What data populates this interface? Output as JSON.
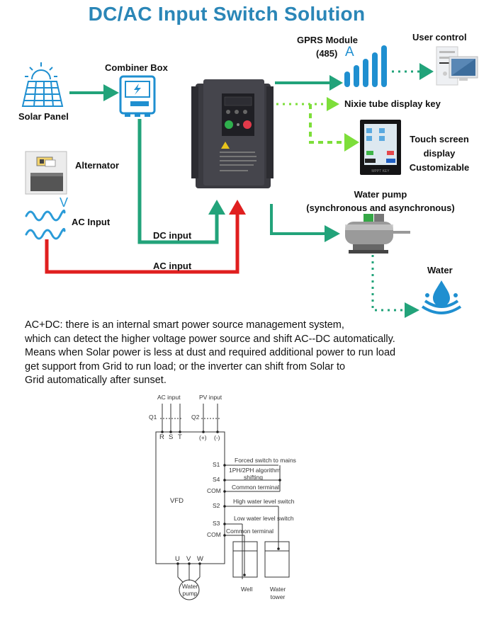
{
  "title": "DC/AC Input Switch Solution",
  "colors": {
    "title": "#2a86b7",
    "dc_line": "#22a37a",
    "ac_line": "#e01f1f",
    "dashed_green": "#7dde3a",
    "icon_blue": "#1f8fd0"
  },
  "top_diagram": {
    "solar_panel": {
      "label": "Solar Panel",
      "icon": "solar-panel-icon"
    },
    "combiner_box": {
      "label": "Combiner Box",
      "icon": "combiner-box-icon"
    },
    "alternator": {
      "label": "Alternator",
      "icon": "alternator-icon"
    },
    "ac_input": {
      "label": "AC Input",
      "icon": "ac-wave-icon",
      "symbol": "V"
    },
    "dc_input_line_label": "DC input",
    "ac_input_line_label": "AC input",
    "inverter": {
      "icon": "inverter-icon"
    },
    "gprs": {
      "label": "GPRS Module",
      "sublabel": "(485)",
      "symbol": "A",
      "icon": "signal-bars-icon"
    },
    "user_control": {
      "label": "User control",
      "icon": "computer-icon"
    },
    "nixie": {
      "label": "Nixie tube display  key"
    },
    "touch_screen": {
      "line1": "Touch screen",
      "line2": "display",
      "line3": "Customizable",
      "icon": "touch-screen-icon",
      "screen_caption": "MPPT KEY"
    },
    "water_pump": {
      "label": "Water pump",
      "sublabel": "(synchronous and asynchronous)",
      "icon": "motor-pump-icon"
    },
    "water": {
      "label": "Water",
      "icon": "water-drop-icon"
    }
  },
  "description": [
    "AC+DC: there is an internal smart power source management system,",
    "which can detect the higher voltage power source and shift AC--DC automatically.",
    "Means when Solar power is less at dust and required additional power to run load",
    "get support from Grid to run load; or the inverter can shift from Solar to",
    "Grid automatically after sunset."
  ],
  "wiring": {
    "ac_input": "AC input",
    "pv_input": "PV input",
    "q1": "Q1",
    "q2": "Q2",
    "terminals_top": [
      "R",
      "S",
      "T",
      "(+)",
      "(-)"
    ],
    "vfd": "VFD",
    "side_terminals": [
      "S1",
      "S4",
      "COM",
      "S2",
      "S3",
      "COM"
    ],
    "notes": {
      "forced": "Forced switch to mains",
      "algo1": "1PH/2PH algorithm",
      "algo2": "shifting",
      "common1": "Common terminal",
      "high": "High water level switch",
      "low": "Low water level switch",
      "common2": "Common terminal"
    },
    "terminals_bottom": [
      "U",
      "V",
      "W"
    ],
    "pump1": "Water",
    "pump2": "pump",
    "well": "Well",
    "tower1": "Water",
    "tower2": "tower"
  }
}
